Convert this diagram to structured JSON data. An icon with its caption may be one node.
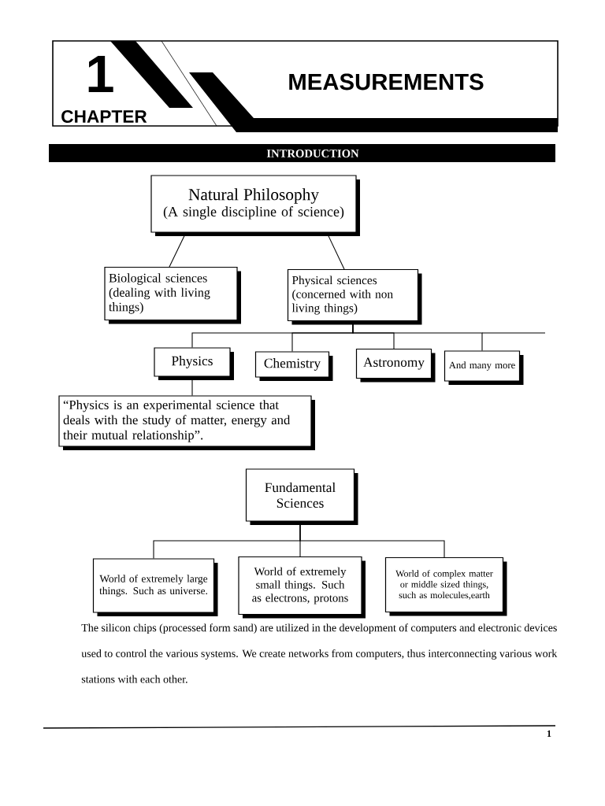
{
  "diagram": {
    "title": "MEASUREMENTS",
    "nodes": [
      {
        "text": [
          "Natural Philosophy",
          "(A single discipline of science)"
        ]
      },
      {
        "text": [
          "Biological sciences (dealing with living things)"
        ]
      },
      {
        "text": [
          "Physical sciences (concerned with non living things)"
        ]
      },
      {
        "text": [
          "Physics"
        ]
      },
      {
        "text": [
          "Chemistry"
        ]
      },
      {
        "text": [
          "Astronomy"
        ]
      },
      {
        "text": [
          "And many more"
        ]
      },
      {
        "text": [
          "“Physics is an experimental science that deals with the study of matter, energy and their mutual relationship”."
        ]
      },
      {
        "text": [
          "Fundamental Sciences"
        ]
      },
      {
        "text": [
          "World of extremely large things. Such as universe."
        ]
      },
      {
        "text": [
          "World of extremely small things. Such as electrons, protons"
        ]
      },
      {
        "text": [
          "World of complex matter or middle sized things, such as molecules,earth"
        ]
      }
    ],
    "edges": [
      {
        "from": 0,
        "to": 1,
        "arrow": "none"
      },
      {
        "from": 0,
        "to": 2,
        "arrow": "none"
      },
      {
        "from": 2,
        "to": 3,
        "arrow": "none"
      },
      {
        "from": 2,
        "to": 4,
        "arrow": "none"
      },
      {
        "from": 2,
        "to": 5,
        "arrow": "none"
      },
      {
        "from": 2,
        "to": 6,
        "arrow": "none"
      },
      {
        "from": 3,
        "to": 7,
        "arrow": "none"
      },
      {
        "from": 8,
        "to": 9,
        "arrow": "none"
      },
      {
        "from": 8,
        "to": 10,
        "arrow": "none"
      },
      {
        "from": 8,
        "to": 11,
        "arrow": "none"
      }
    ],
    "labels": [
      "1",
      "CHAPTER",
      "INTRODUCTION",
      "The silicon chips (processed form sand) are utilized in the development of computers and electronic devices used to control the various systems. We create networks from computers, thus interconnecting various work stations with each other.",
      "1"
    ]
  }
}
